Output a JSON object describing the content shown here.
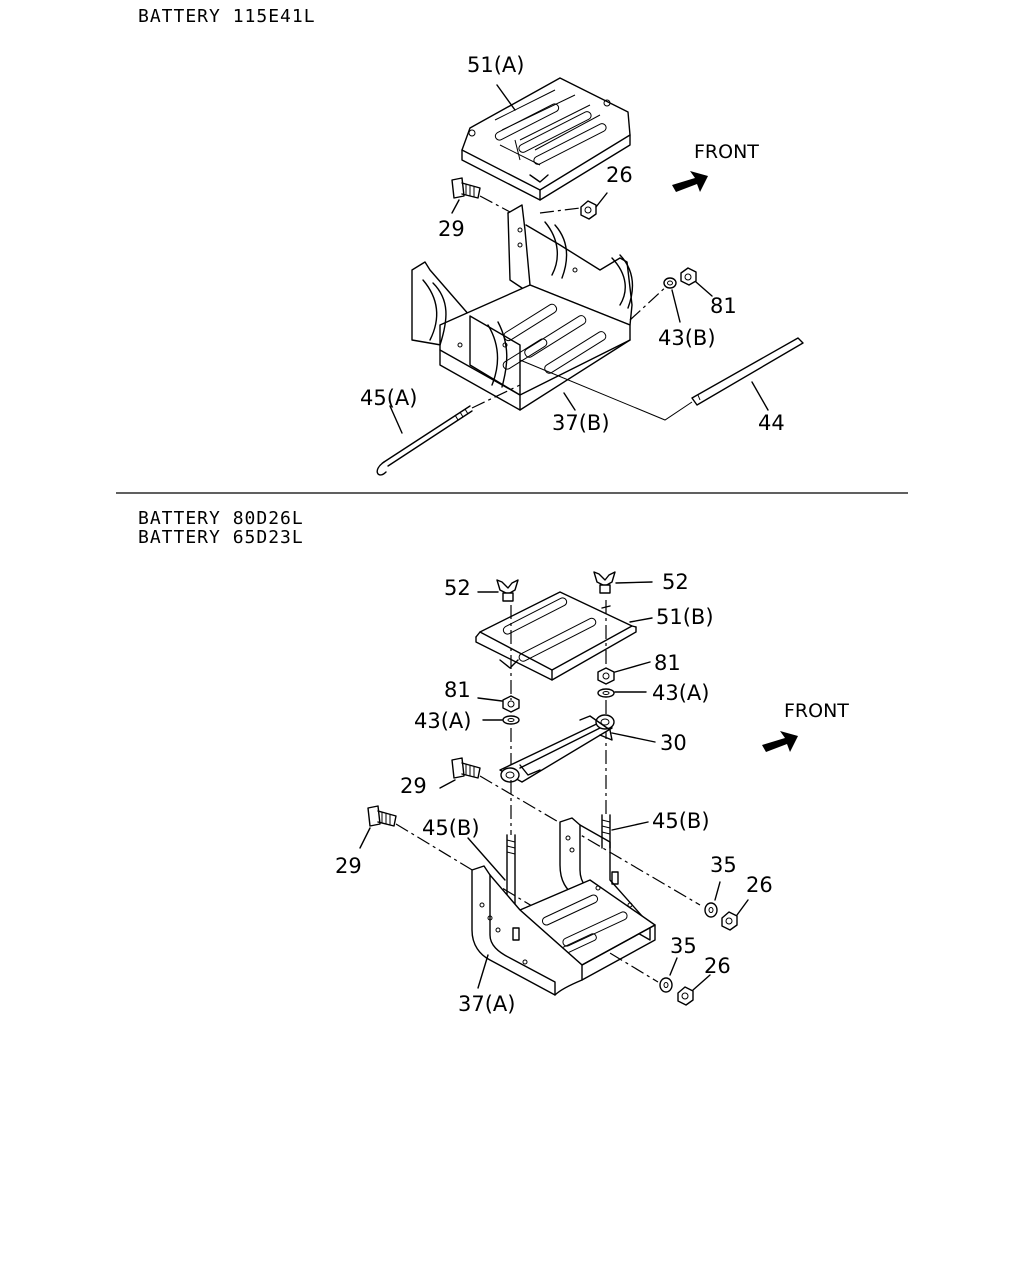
{
  "section1": {
    "header": "BATTERY 115E41L",
    "front": "FRONT",
    "labels": {
      "p51a": "51(A)",
      "p26": "26",
      "p29": "29",
      "p81": "81",
      "p43b": "43(B)",
      "p45a": "45(A)",
      "p37b": "37(B)",
      "p44": "44"
    }
  },
  "section2": {
    "header1": "BATTERY 80D26L",
    "header2": "BATTERY 65D23L",
    "front": "FRONT",
    "labels": {
      "p52a": "52",
      "p52b": "52",
      "p51b": "51(B)",
      "p81a": "81",
      "p81b": "81",
      "p43aR": "43(A)",
      "p43aL": "43(A)",
      "p30": "30",
      "p29a": "29",
      "p29b": "29",
      "p45bR": "45(B)",
      "p45bL": "45(B)",
      "p35a": "35",
      "p26a": "26",
      "p35b": "35",
      "p26b": "26",
      "p37a": "37(A)"
    }
  }
}
